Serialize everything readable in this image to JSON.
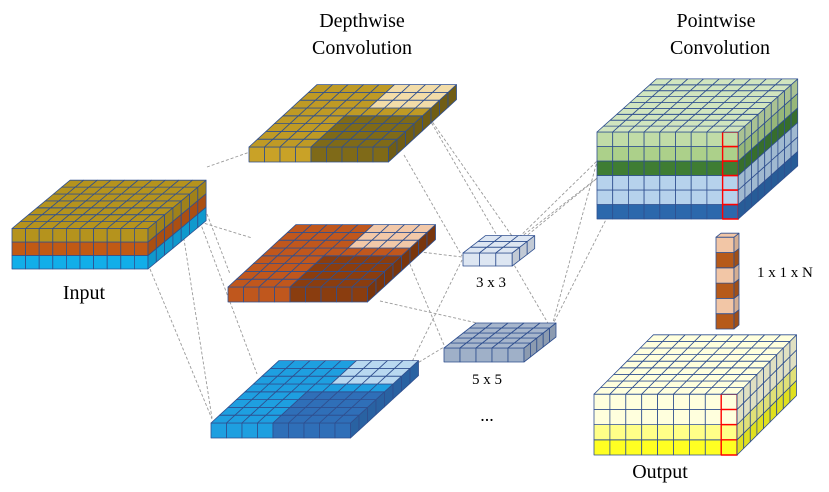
{
  "labels": {
    "depthwise_line1": "Depthwise",
    "depthwise_line2": "Convolution",
    "pointwise_line1": "Pointwise",
    "pointwise_line2": "Convolution",
    "input": "Input",
    "kernel_small": "3 x 3",
    "kernel_large": "5 x 5",
    "more": "...",
    "pointwise_kernel": "1 x 1 x N",
    "output": "Output"
  },
  "colors": {
    "grid_line": "#2f4f8f",
    "highlight": "#ff0000",
    "connector": "#9a9a9a",
    "input_layers": [
      "#12aee9",
      "#c15a14",
      "#b5931d"
    ],
    "depth_gold": [
      "#c9a227",
      "#7f6a18",
      "#f2dca8"
    ],
    "depth_rust": [
      "#c0571d",
      "#8a3d0f",
      "#f2c8a8"
    ],
    "depth_blue": [
      "#1e9fe0",
      "#2f6fb8",
      "#b8d8f0"
    ],
    "kernel_small": "#dde6f2",
    "kernel_large": "#9fb0c8",
    "pointwise_layers": [
      "#2c68ac",
      "#b6d2ec",
      "#3f7d33",
      "#acd08a"
    ],
    "pointwise_kernel": [
      "#b65a1a",
      "#f2c6a6"
    ],
    "output_layers": [
      "#ffff22",
      "#ffff88",
      "#ffffdd"
    ]
  }
}
